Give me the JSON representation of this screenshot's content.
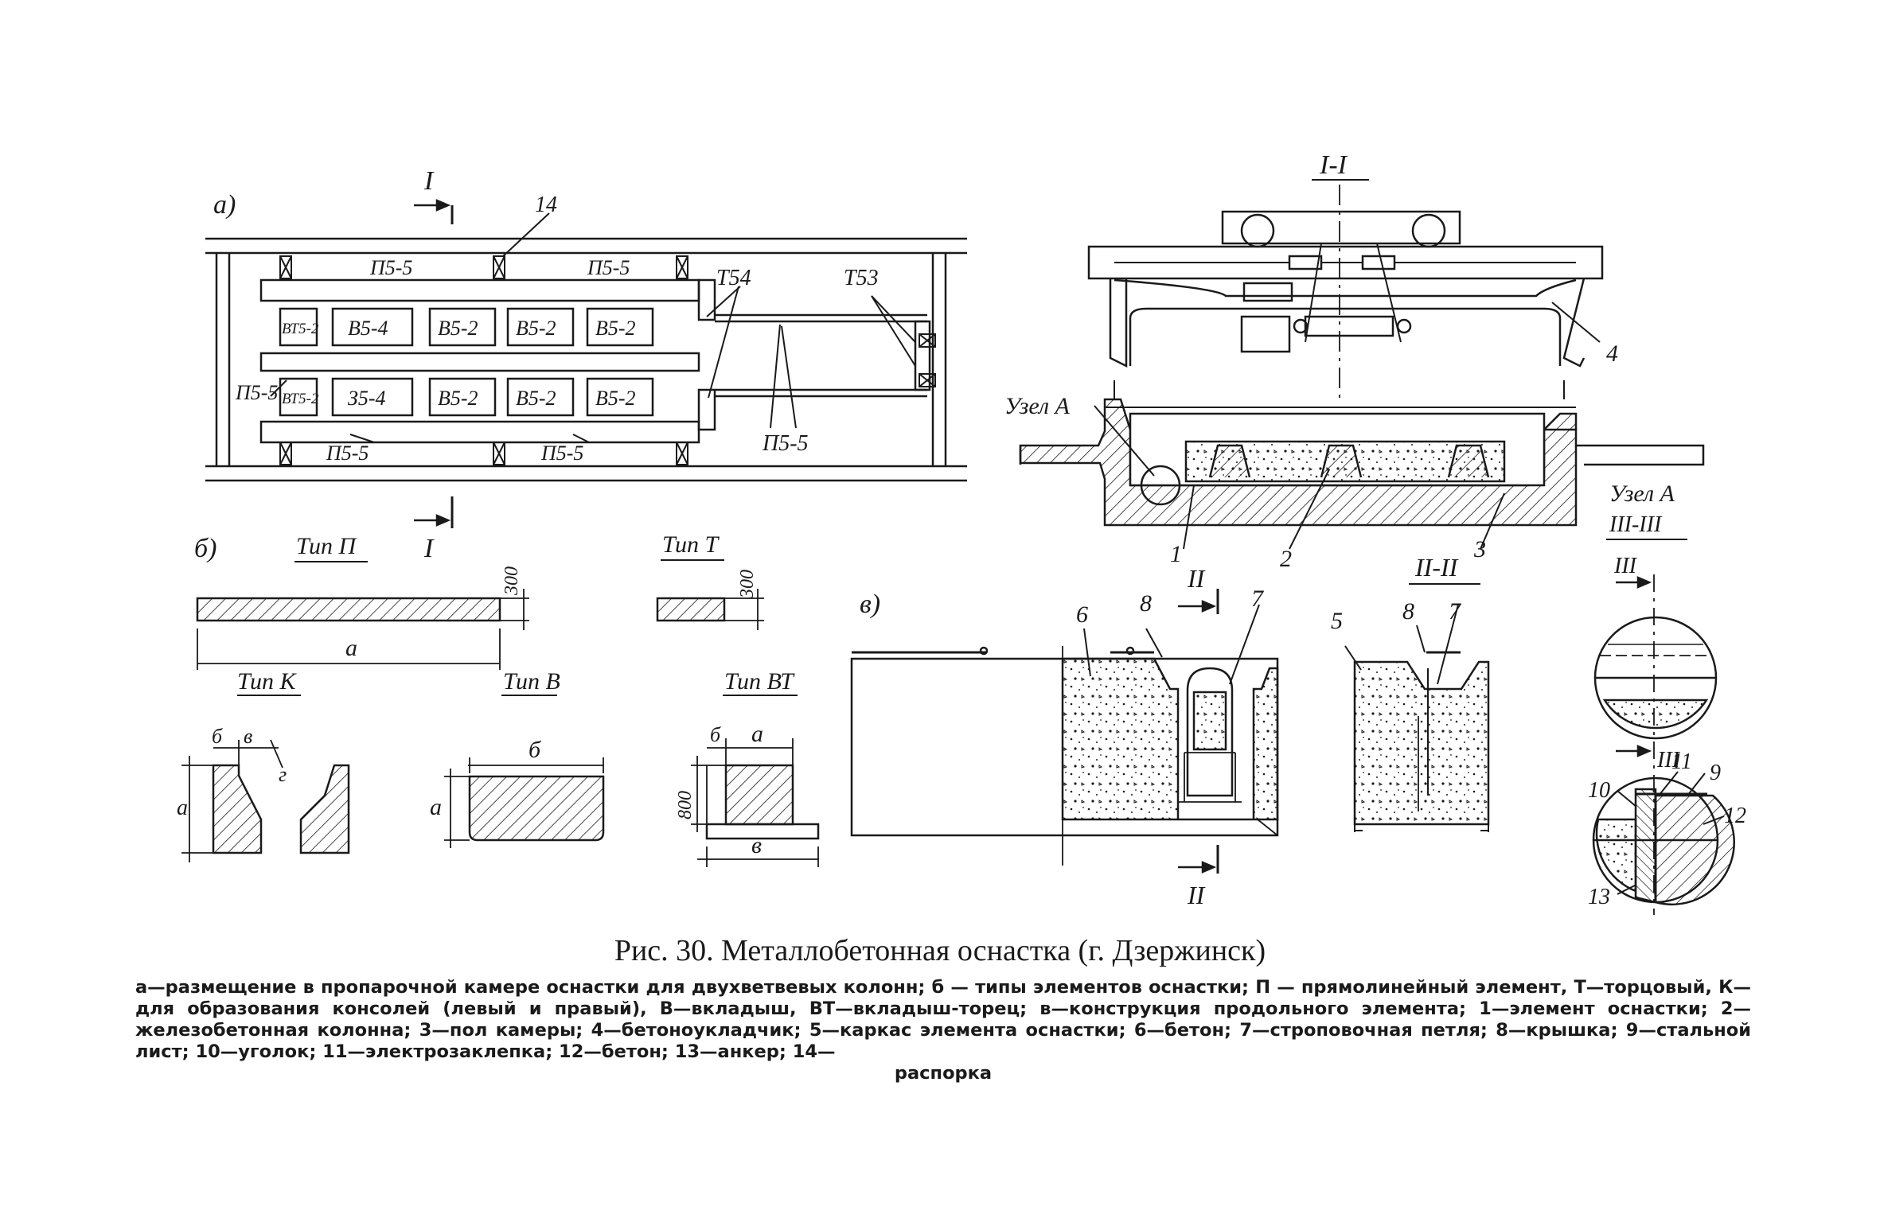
{
  "caption": "Рис. 30. Металлобетонная оснастка (г. Дзержинск)",
  "legend": {
    "text": "а—размещение в пропарочной камере оснастки для двухветвевых колонн; б — типы элементов оснастки; П — прямолинейный элемент, Т—торцовый, К—для образования консолей (левый и правый), В—вкладыш, ВТ—вкладыш-торец; в—конструкция продольного элемента; 1—элемент оснастки; 2—железобетонная колонна; 3—пол камеры; 4—бетоноукладчик; 5—каркас элемента оснастки; 6—бетон; 7—строповочная петля; 8—крышка; 9—стальной лист; 10—уголок; 11—электрозаклепка; 12—бетон; 13—анкер; 14—",
    "last": "распорка"
  },
  "panel_a": {
    "label": "а)",
    "section_top": "I",
    "section_bottom": "I",
    "callout_14": "14",
    "t54": "Т54",
    "t53": "Т53",
    "p_top_left": "П5-5",
    "p_top_right": "П5-5",
    "p_left": "П5-5",
    "p_bottom_left": "П5-5",
    "p_bottom_right": "П5-5",
    "p_right": "П5-5",
    "row1": [
      "ВТ5-2",
      "В5-4",
      "В5-2",
      "В5-2",
      "В5-2"
    ],
    "row2": [
      "ВТ5-2",
      "З5-4",
      "В5-2",
      "В5-2",
      "В5-2"
    ]
  },
  "section_I": {
    "title": "I-I",
    "uzel_a_left": "Узел А",
    "uzel_a_right": "Узел А",
    "n1": "1",
    "n2": "2",
    "n3": "3",
    "n4": "4"
  },
  "panel_b": {
    "label": "б)",
    "tip_p": "Тип П",
    "tip_t": "Тип Т",
    "tip_k": "Тип К",
    "tip_v": "Тип В",
    "tip_vt": "Тип ВТ",
    "dim_300_p": "300",
    "dim_300_t": "300",
    "dim_a_p": "а",
    "k_b": "б",
    "k_v": "в",
    "k_a": "а",
    "k_g": "г",
    "v_b": "б",
    "v_a": "а",
    "vt_b": "б",
    "vt_a": "а",
    "vt_800": "800",
    "vt_v": "в"
  },
  "panel_v": {
    "label": "в)",
    "n6": "6",
    "n8": "8",
    "n7": "7",
    "section_top": "II",
    "section_bottom": "II"
  },
  "section_II": {
    "title": "II-II",
    "n5": "5",
    "n8": "8",
    "n7": "7"
  },
  "section_III": {
    "title": "III-III",
    "mark_top": "III",
    "mark_mid": "III",
    "n9": "9",
    "n10": "10",
    "n11": "11",
    "n12": "12",
    "n13": "13"
  }
}
